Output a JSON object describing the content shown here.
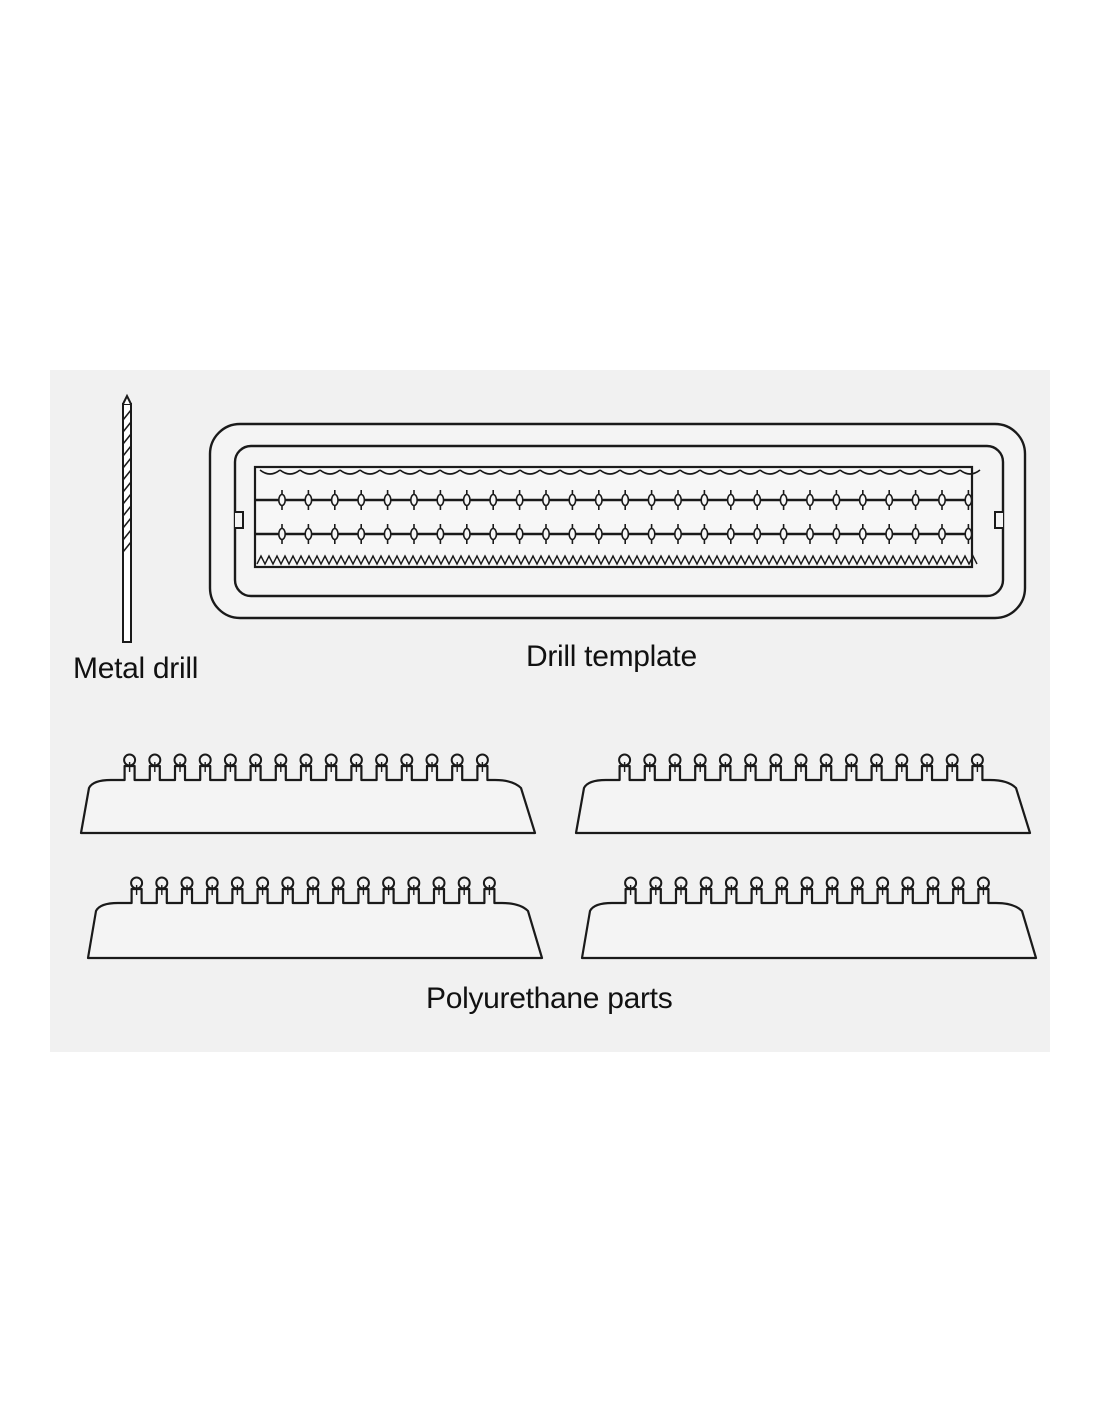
{
  "labels": {
    "metal_drill": "Metal drill",
    "drill_template": "Drill template",
    "polyurethane_parts": "Polyurethane parts"
  },
  "colors": {
    "panel_background": "#f1f1f1",
    "line": "#1a1a1a"
  }
}
